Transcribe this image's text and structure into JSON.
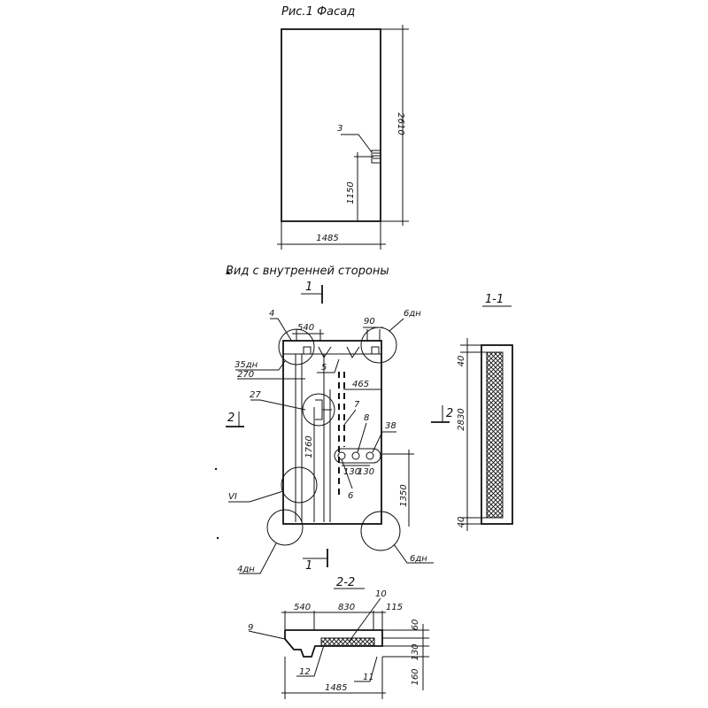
{
  "facade": {
    "title": "Рис.1  Фасад",
    "dim_height": "2610",
    "dim_width": "1485",
    "dim_mark": "1150",
    "callout_3": "3"
  },
  "inner_view": {
    "title": "Вид с внутренней стороны",
    "section_mark": "1",
    "side_mark": "2",
    "dim_540": "540",
    "dim_90": "90",
    "dim_270": "270",
    "dim_465": "465",
    "dim_1760": "1760",
    "dim_1350": "1350",
    "dim_130a": "130",
    "dim_130b": "130",
    "callout_4": "4",
    "callout_5": "5",
    "callout_6": "6",
    "callout_7": "7",
    "callout_8": "8",
    "callout_27": "27",
    "callout_38": "38",
    "callout_35bn": "35дн",
    "callout_6bn_top": "6дн",
    "callout_6bn_bottom": "6дн",
    "callout_4bn": "4дн",
    "callout_VI": "VI"
  },
  "section_1_1": {
    "title": "1-1",
    "dim_top": "40",
    "dim_mid": "2830",
    "dim_bottom": "40"
  },
  "section_2_2": {
    "title": "2-2",
    "dim_540": "540",
    "dim_830": "830",
    "dim_115": "115",
    "dim_60": "60",
    "dim_130": "130",
    "dim_160": "160",
    "dim_total": "1485",
    "callout_9": "9",
    "callout_10": "10",
    "callout_11": "11",
    "callout_12": "12"
  }
}
